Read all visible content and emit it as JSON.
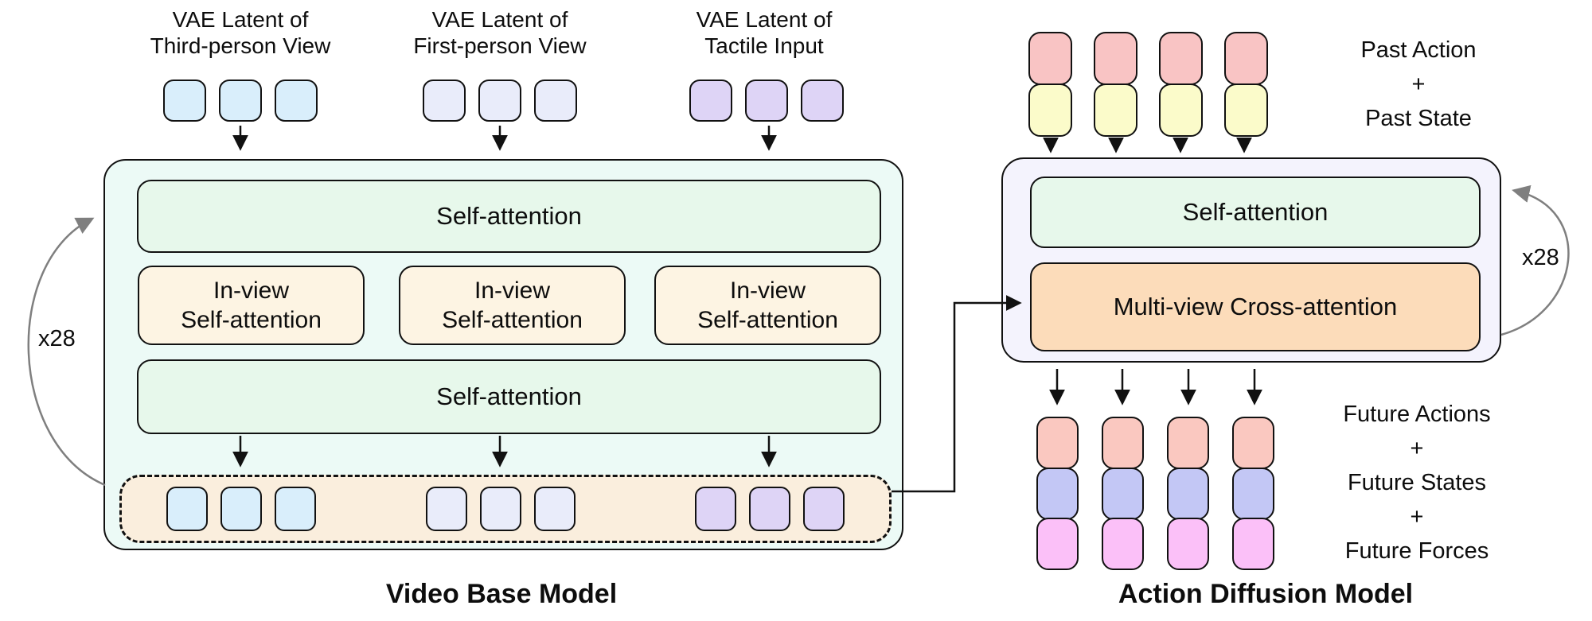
{
  "palette": {
    "video_model_bg": "#ecfaf6",
    "action_model_bg": "#f4f3fd",
    "self_attention_bg": "#e7f8eb",
    "in_view_bg": "#fdf4e3",
    "cross_attention_bg": "#fcdcba",
    "latent_collector_bg": "#faeedd",
    "third_person_token": "#d9eefb",
    "first_person_token": "#e9ecfa",
    "tactile_token": "#ded4f6",
    "past_action_token": "#f9c4c4",
    "past_state_token": "#fbfbca",
    "future_action_token": "#fac8c0",
    "future_state_token": "#c3c7f5",
    "future_force_token": "#fbc0f8",
    "arrow_color": "#111111",
    "loop_arrow_color": "#7f7f7f"
  },
  "inputs": {
    "third_person": {
      "label": "VAE Latent of\nThird-person View",
      "tokens": {
        "count": 3,
        "color": "#d9eefb",
        "name": "third-person-latent-token"
      }
    },
    "first_person": {
      "label": "VAE Latent of\nFirst-person View",
      "tokens": {
        "count": 3,
        "color": "#e9ecfa",
        "name": "first-person-latent-token"
      }
    },
    "tactile": {
      "label": "VAE Latent of\nTactile Input",
      "tokens": {
        "count": 3,
        "color": "#ded4f6",
        "name": "tactile-latent-token"
      }
    }
  },
  "video_base_model": {
    "title": "Video Base Model",
    "loop_label": "x28",
    "blocks": {
      "self_attention_top": "Self-attention",
      "in_view": [
        {
          "label": "In-view\nSelf-attention"
        },
        {
          "label": "In-view\nSelf-attention"
        },
        {
          "label": "In-view\nSelf-attention"
        }
      ],
      "self_attention_bottom": "Self-attention"
    },
    "latent_collector": {
      "groups": [
        {
          "count": 3,
          "color": "#d9eefb",
          "name": "third-person-latent-token"
        },
        {
          "count": 3,
          "color": "#e9ecfa",
          "name": "first-person-latent-token"
        },
        {
          "count": 3,
          "color": "#ded4f6",
          "name": "tactile-latent-token"
        }
      ]
    }
  },
  "action_diffusion_model": {
    "title": "Action Diffusion Model",
    "loop_label": "x28",
    "blocks": {
      "self_attention": "Self-attention",
      "cross_attention": "Multi-view Cross-attention"
    },
    "past_inputs": {
      "label": "Past Action\n+\nPast State",
      "columns": 4,
      "column_name": "past-token-column",
      "tokens": [
        {
          "color": "#f9c4c4",
          "name": "past-action-token"
        },
        {
          "color": "#fbfbca",
          "name": "past-state-token"
        }
      ]
    },
    "future_outputs": {
      "label": "Future Actions\n+\nFuture States\n+\nFuture Forces",
      "columns": 4,
      "column_name": "future-token-column",
      "tokens": [
        {
          "color": "#fac8c0",
          "name": "future-action-token"
        },
        {
          "color": "#c3c7f5",
          "name": "future-state-token"
        },
        {
          "color": "#fbc0f8",
          "name": "future-force-token"
        }
      ]
    }
  }
}
